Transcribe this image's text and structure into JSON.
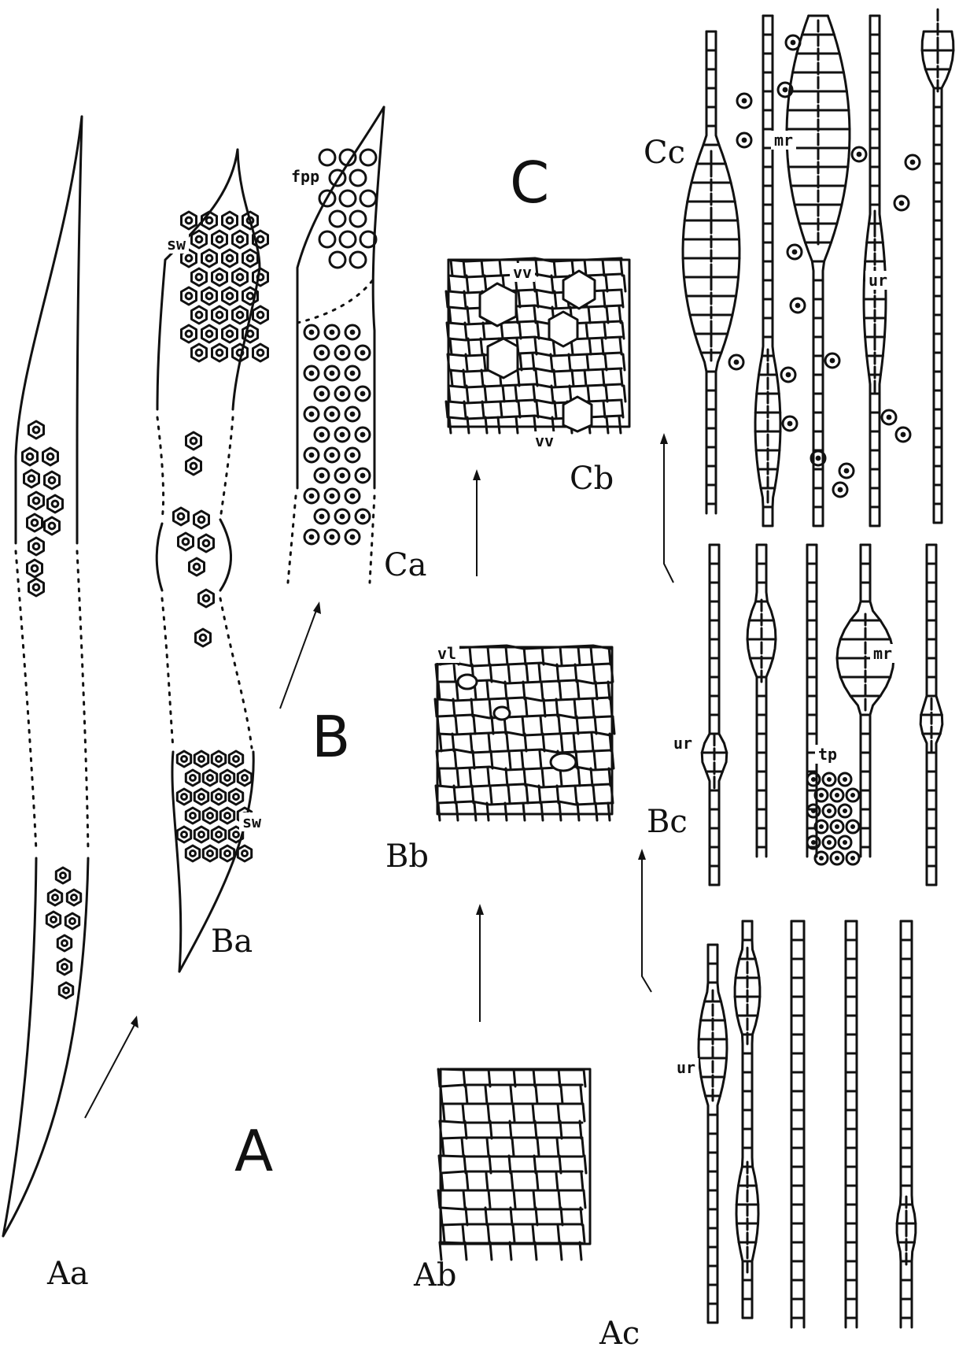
{
  "panels": {
    "A": "A",
    "B": "B",
    "C": "C"
  },
  "sublabels": {
    "Aa": "Aa",
    "Ab": "Ab",
    "Ac": "Ac",
    "Ba": "Ba",
    "Bb": "Bb",
    "Bc": "Bc",
    "Ca": "Ca",
    "Cb": "Cb",
    "Cc": "Cc"
  },
  "tags": {
    "sw_top": "sw",
    "sw_bottom": "sw",
    "fpp": "fpp",
    "vv_top": "vv",
    "vv_bottom": "vv",
    "vl": "vl",
    "mr_c": "mr",
    "ur_c": "ur",
    "mr_b": "mr",
    "ur_b": "ur",
    "tp": "tp",
    "ur_a": "ur"
  }
}
